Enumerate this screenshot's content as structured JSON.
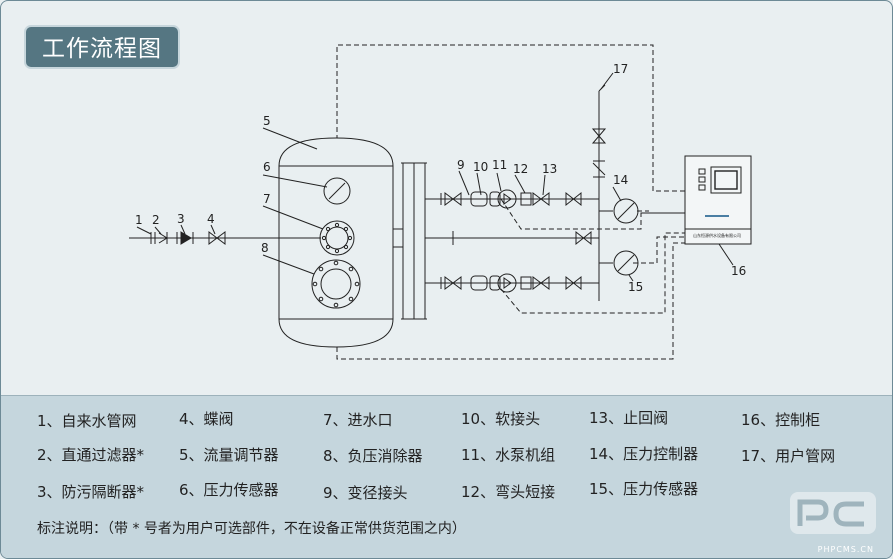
{
  "title": "工作流程图",
  "callouts": [
    "1",
    "2",
    "3",
    "4",
    "5",
    "6",
    "7",
    "8",
    "9",
    "10",
    "11",
    "12",
    "13",
    "14",
    "15",
    "16",
    "17"
  ],
  "cabinet_text": "山东恒源供水设备有限公司",
  "legend": [
    "1、自来水管网",
    "2、直通过滤器*",
    "3、防污隔断器*",
    "4、蝶阀",
    "5、流量调节器",
    "6、压力传感器",
    "7、进水口",
    "8、负压消除器",
    "9、变径接头",
    "10、软接头",
    "11、水泵机组",
    "12、弯头短接",
    "13、止回阀",
    "14、压力控制器",
    "15、压力传感器",
    "16、控制柜",
    "17、用户管网"
  ],
  "legend_note": "标注说明：（带 * 号者为用户可选部件，不在设备正常供货范围之内）",
  "watermark": "PHPCMS.CN",
  "colors": {
    "badge": "#557682",
    "line": "#222222",
    "legend_bg": "#c5d6dd",
    "bg": "#e9eff1"
  }
}
